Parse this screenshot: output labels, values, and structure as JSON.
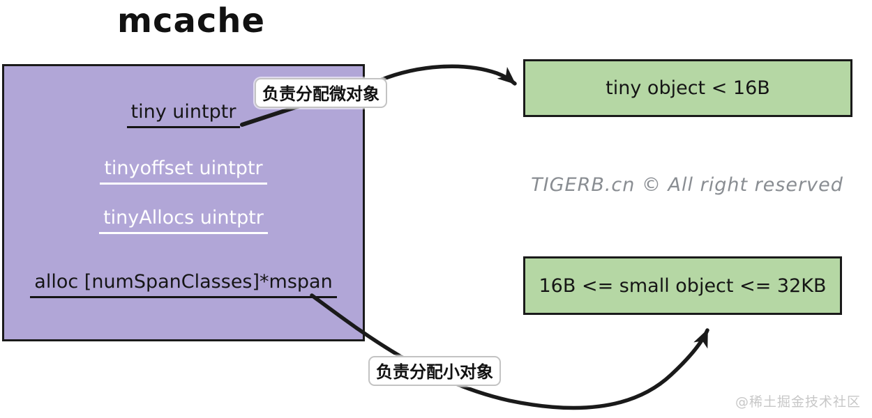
{
  "title": "mcache",
  "colors": {
    "ink": "#1a1a1a",
    "struct_fill": "#b1a6d7",
    "object_fill": "#b5d7a4",
    "watermark_gray": "#898d92",
    "footer_gray": "#c7c7c7"
  },
  "struct": {
    "fields": [
      {
        "text": "tiny uintptr",
        "tone": "dark"
      },
      {
        "text": "tinyoffset uintptr",
        "tone": "light"
      },
      {
        "text": "tinyAllocs uintptr",
        "tone": "light"
      },
      {
        "text": "alloc [numSpanClasses]*mspan",
        "tone": "dark"
      }
    ]
  },
  "annotations": {
    "tiny_label": "负责分配微对象",
    "small_label": "负责分配小对象"
  },
  "object_boxes": {
    "tiny": "tiny object < 16B",
    "small": "16B <= small object <= 32KB"
  },
  "watermarks": {
    "center": "TIGERB.cn © All right reserved",
    "footer": "@稀土掘金技术社区"
  }
}
